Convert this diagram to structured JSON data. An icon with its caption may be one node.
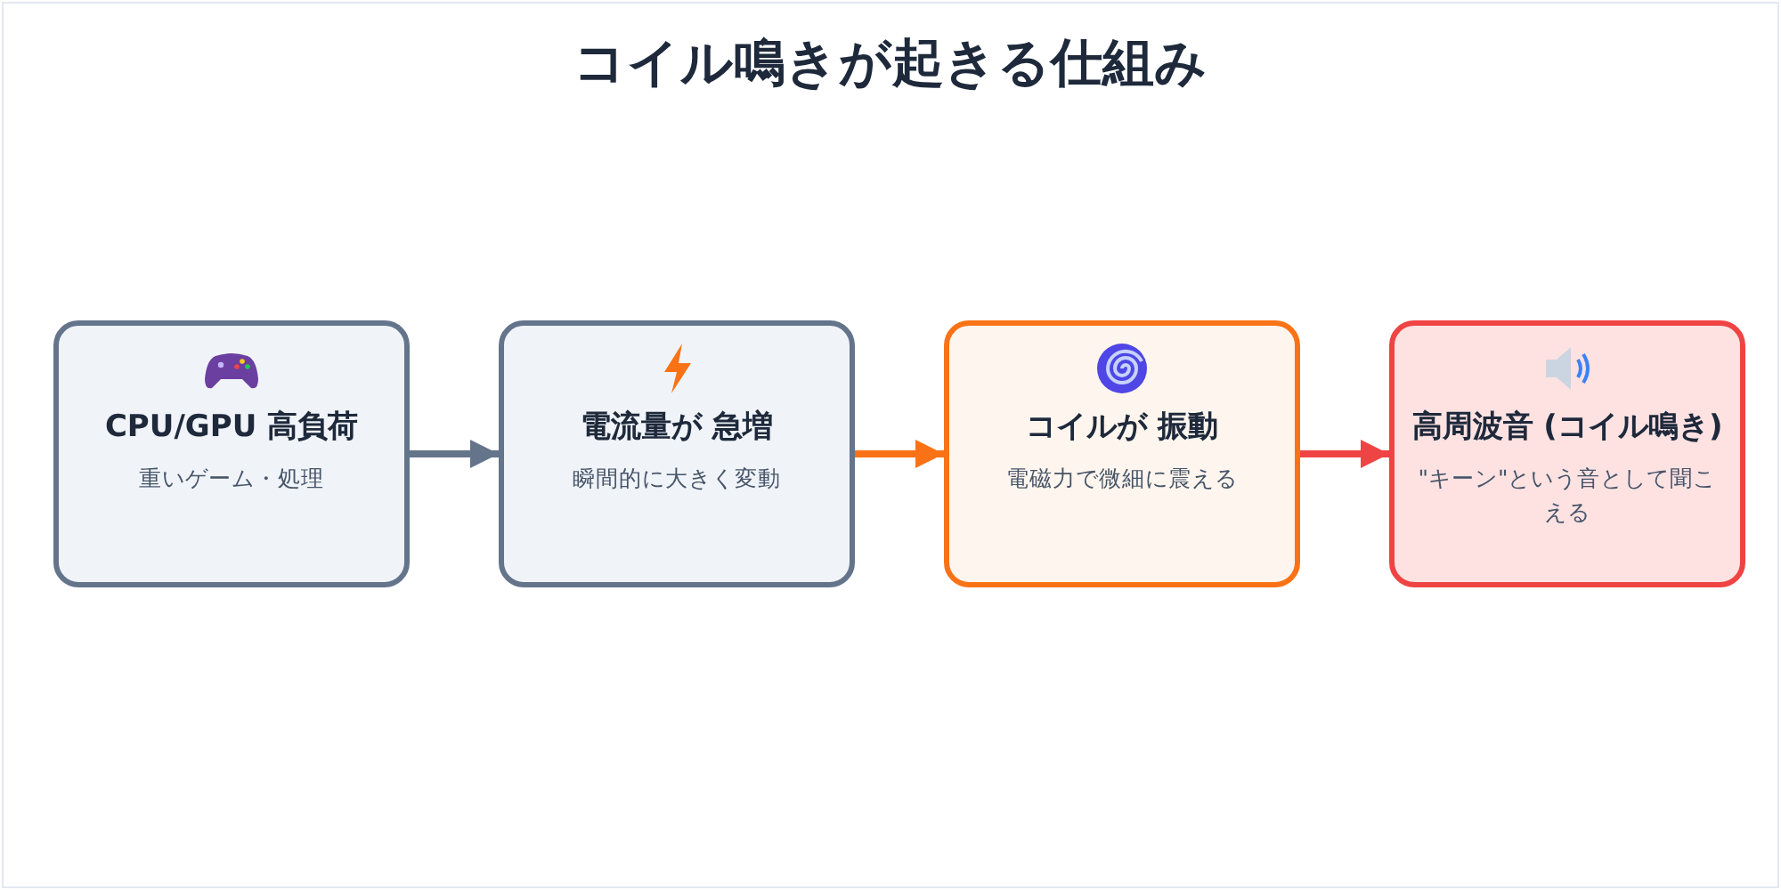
{
  "diagram": {
    "title": "コイル鳴きが起きる仕組み",
    "nodes": [
      {
        "text": [
          "CPU/GPU 高負荷",
          "重いゲーム・処理"
        ]
      },
      {
        "text": [
          "電流量が 急増",
          "瞬間的に大きく変動"
        ]
      },
      {
        "text": [
          "コイルが 振動",
          "電磁力で微細に震える"
        ]
      },
      {
        "text": [
          "高周波音 (コイル鳴き)",
          "\"キーン\"という音として聞こえる"
        ]
      }
    ],
    "edges": [
      {
        "from": 0,
        "to": 1,
        "arrow": "to",
        "color": "#64748b"
      },
      {
        "from": 1,
        "to": 2,
        "arrow": "to",
        "color": "#f97316"
      },
      {
        "from": 2,
        "to": 3,
        "arrow": "to",
        "color": "#ef4444"
      }
    ]
  }
}
